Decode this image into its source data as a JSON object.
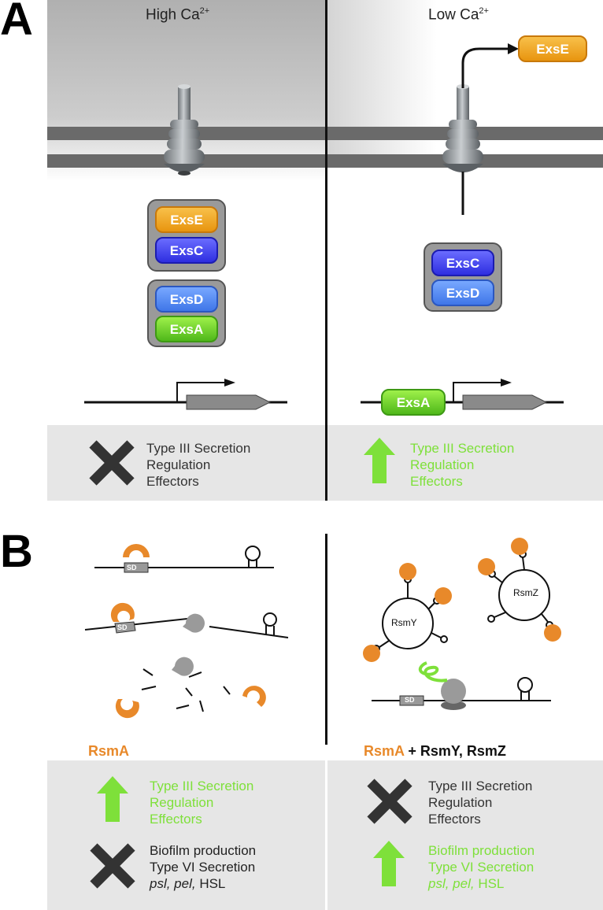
{
  "panel_a": {
    "letter": "A",
    "left_header": {
      "base": "High Ca",
      "sup": "2+"
    },
    "right_header": {
      "base": "Low Ca",
      "sup": "2+"
    },
    "left_complexes": [
      [
        "ExsE",
        "ExsC"
      ],
      [
        "ExsD",
        "ExsA"
      ]
    ],
    "right_secreted": "ExsE",
    "right_complex": [
      "ExsC",
      "ExsD"
    ],
    "right_gene_activator": "ExsA",
    "left_outcome": [
      "Type III Secretion",
      "Regulation",
      "Effectors"
    ],
    "right_outcome": [
      "Type III Secretion",
      "Regulation",
      "Effectors"
    ]
  },
  "panel_b": {
    "letter": "B",
    "sd_label": "SD",
    "rsmy_label": "RsmY",
    "rsmz_label": "RsmZ",
    "left_caption": "RsmA",
    "right_caption": {
      "rsma": "RsmA",
      "rest": " + RsmY, RsmZ"
    },
    "left_outcome_1": [
      "Type III Secretion",
      "Regulation",
      "Effectors"
    ],
    "left_outcome_2": {
      "line1": "Biofilm production",
      "line2": "Type VI Secretion",
      "line3_italic": "psl, pel,",
      "line3_rest": " HSL"
    },
    "right_outcome_1": [
      "Type III Secretion",
      "Regulation",
      "Effectors"
    ],
    "right_outcome_2": {
      "line1": "Biofilm production",
      "line2": "Type VI Secretion",
      "line3_italic": "psl, pel,",
      "line3_rest": " HSL"
    }
  },
  "colors": {
    "orange": "#e8892a",
    "green": "#7ee03a",
    "dark": "#333333",
    "gray_box": "#e6e6e6",
    "membrane": "#6a6a6a"
  }
}
